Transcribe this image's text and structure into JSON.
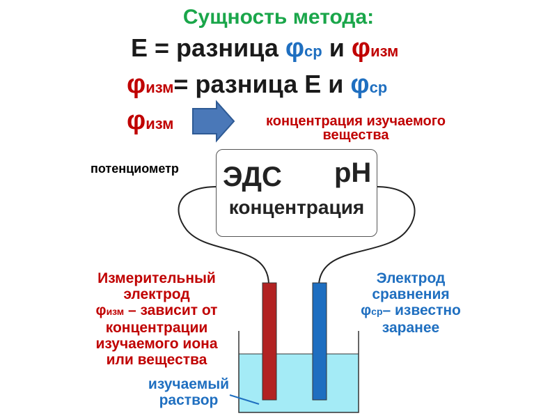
{
  "title": "Сущность метода:",
  "formula1": {
    "text": "Е = разница ",
    "phi1": "φ",
    "sub1": "ср",
    "and": " и ",
    "phi2": "φ",
    "sub2": "изм"
  },
  "formula2": {
    "phi": "φ",
    "sub": "изм",
    "text": "= разница Е и ",
    "phi2": "φ",
    "sub2": "ср"
  },
  "formula3": {
    "phi": "φ",
    "sub": "изм",
    "line1": "концентрация изучаемого",
    "line2": "вещества"
  },
  "meter": {
    "label": "потенциометр",
    "emf": "ЭДС",
    "ph": "pH",
    "conc": "концентрация"
  },
  "measuring_electrode": {
    "line1": "Измерительный",
    "line2": "электрод",
    "phi": "φ",
    "sub": "изм",
    "line3": " – зависит от",
    "line4": "концентрации",
    "line5": "изучаемого иона",
    "line6": "или вещества"
  },
  "reference_electrode": {
    "line1": "Электрод",
    "line2": "сравнения",
    "phi": "φ",
    "sub": "ср",
    "line3": "– известно",
    "line4": "заранее"
  },
  "solution": {
    "line1": "изучаемый",
    "line2": "раствор"
  },
  "colors": {
    "title": "#1aa64a",
    "red": "#c00000",
    "blue": "#1f6fc0",
    "arrow": "#4a78b8",
    "solution": "#9fe9f5"
  }
}
